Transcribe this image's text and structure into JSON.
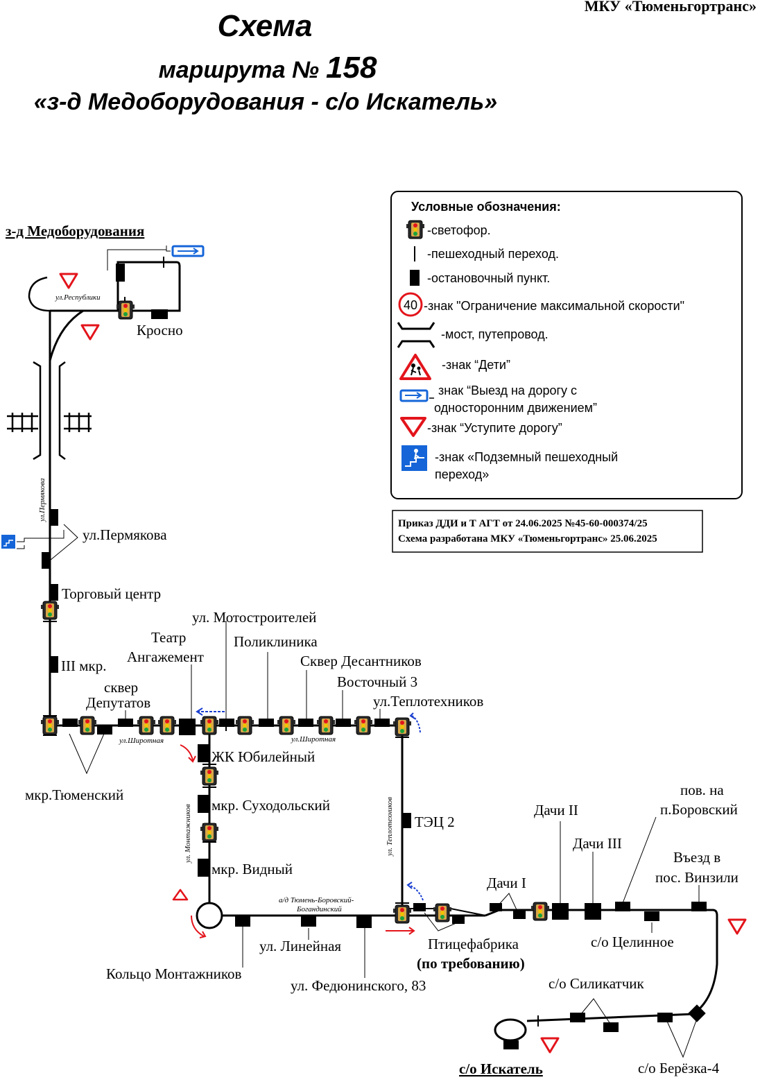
{
  "header": {
    "org": "МКУ «Тюменьгортранс»",
    "title": "Схема",
    "route_line": "маршрута №",
    "route_number": "158",
    "route_name": "«з-д Медоборудования - с/о Искатель»"
  },
  "legend": {
    "title": "Условные обозначения:",
    "traffic_light": "-светофор.",
    "crosswalk": "-пешеходный переход.",
    "stop": "-остановочный пункт.",
    "speed_value": "40",
    "speed_limit": "-знак \"Ограничение максимальной скорости\"",
    "bridge": "-мост, путепровод.",
    "children": "-знак “Дети”",
    "oneway_1": "знак “Выезд на дорогу с",
    "oneway_2": "односторонним движением”",
    "give_way": "-знак “Уступите дорогу”",
    "underpass_1": "-знак «Подземный пешеходный",
    "underpass_2": "переход»"
  },
  "order": {
    "line1": "Приказ ДДИ и Т АГТ от 24.06.2025 №45-60-000374/25",
    "line2": "Схема разработана МКУ «Тюменьгортранс» 25.06.2025"
  },
  "streets": {
    "respubliki": "ул.Республики",
    "permyakova": "ул.Пермякова",
    "shirotnaya": "ул.Широтная",
    "montazhnikov": "ул. Монтажников",
    "teplotekhnikov": "ул. Теплотехников",
    "highway_1": "а/д Тюмень-Боровский-",
    "highway_2": "Богандинский"
  },
  "stops": {
    "terminal_start": "з-д Медоборудования",
    "krosno": "Кросно",
    "permyakova": "ул.Пермякова",
    "trade_center": "Торговый центр",
    "third_mkr": "III мкр.",
    "tyumensky": "мкр.Тюменский",
    "sqver_dep_1": "сквер",
    "sqver_dep_2": "Депутатов",
    "theatre_1": "Театр",
    "theatre_2": "Ангажемент",
    "motostroiteley": "ул. Мотостроителей",
    "poliklinika": "Поликлиника",
    "sqver_desant": "Сквер Десантников",
    "vostochny": "Восточный 3",
    "teplotekhnikov": "ул.Теплотехников",
    "yubileyny": "ЖК Юбилейный",
    "sukhodolsky": "мкр. Суходольский",
    "vidny": "мкр. Видный",
    "koltso": "Кольцо Монтажников",
    "lineynaya": "ул. Линейная",
    "fedyuninskogo": "ул. Федюнинского, 83",
    "tets": "ТЭЦ 2",
    "ptitsefabrika": "Птицефабрика",
    "on_request": "(по требованию)",
    "dachi_1": "Дачи I",
    "dachi_2": "Дачи II",
    "dachi_3": "Дачи III",
    "borovsky_1": "пов. на",
    "borovsky_2": "п.Боровский",
    "vinzili_1": "Въезд в",
    "vinzili_2": "пос. Винзили",
    "tselinnoe": "с/о Целинное",
    "silikatchik": "с/о Силикатчик",
    "berezka": "с/о Берёзка-4",
    "terminal_end": "с/о Искатель"
  },
  "colors": {
    "sign_red": "#e3141b",
    "sign_blue": "#1565d8",
    "arrow_red": "#e3141b",
    "arrow_blue": "#1a3fd0",
    "route": "#000000"
  },
  "icons": {
    "traffic_light": "traffic-light-icon",
    "stop": "stop-marker",
    "crosswalk": "crosswalk-mark",
    "give_way": "give-way-sign-icon",
    "oneway": "oneway-exit-sign-icon",
    "children": "children-sign-icon",
    "speed": "speed-limit-sign-icon",
    "underpass": "underpass-sign-icon",
    "bridge": "bridge-icon"
  }
}
